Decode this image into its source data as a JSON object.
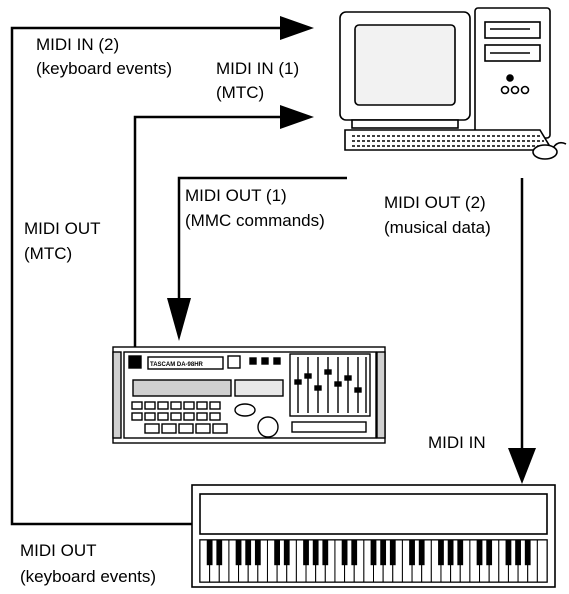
{
  "labels": {
    "midi_in_2": "MIDI IN (2)",
    "keyboard_events_in": "(keyboard events)",
    "midi_in_1": "MIDI IN (1)",
    "mtc_in": "(MTC)",
    "midi_out_1": "MIDI OUT (1)",
    "mmc_commands": "(MMC commands)",
    "midi_out_2": "MIDI OUT (2)",
    "musical_data": "(musical data)",
    "midi_out_mtc": "MIDI OUT",
    "mtc_out": "(MTC)",
    "midi_in_keyboard": "MIDI IN",
    "midi_out_keyboard": "MIDI OUT",
    "keyboard_events_out": "(keyboard events)"
  },
  "recorder": {
    "brand": "TASCAM DA-98HR"
  },
  "colors": {
    "line": "#000000",
    "device_fill": "#ffffff",
    "screen_fill": "#e8e8e8",
    "panel_gray": "#d0d0d0"
  }
}
